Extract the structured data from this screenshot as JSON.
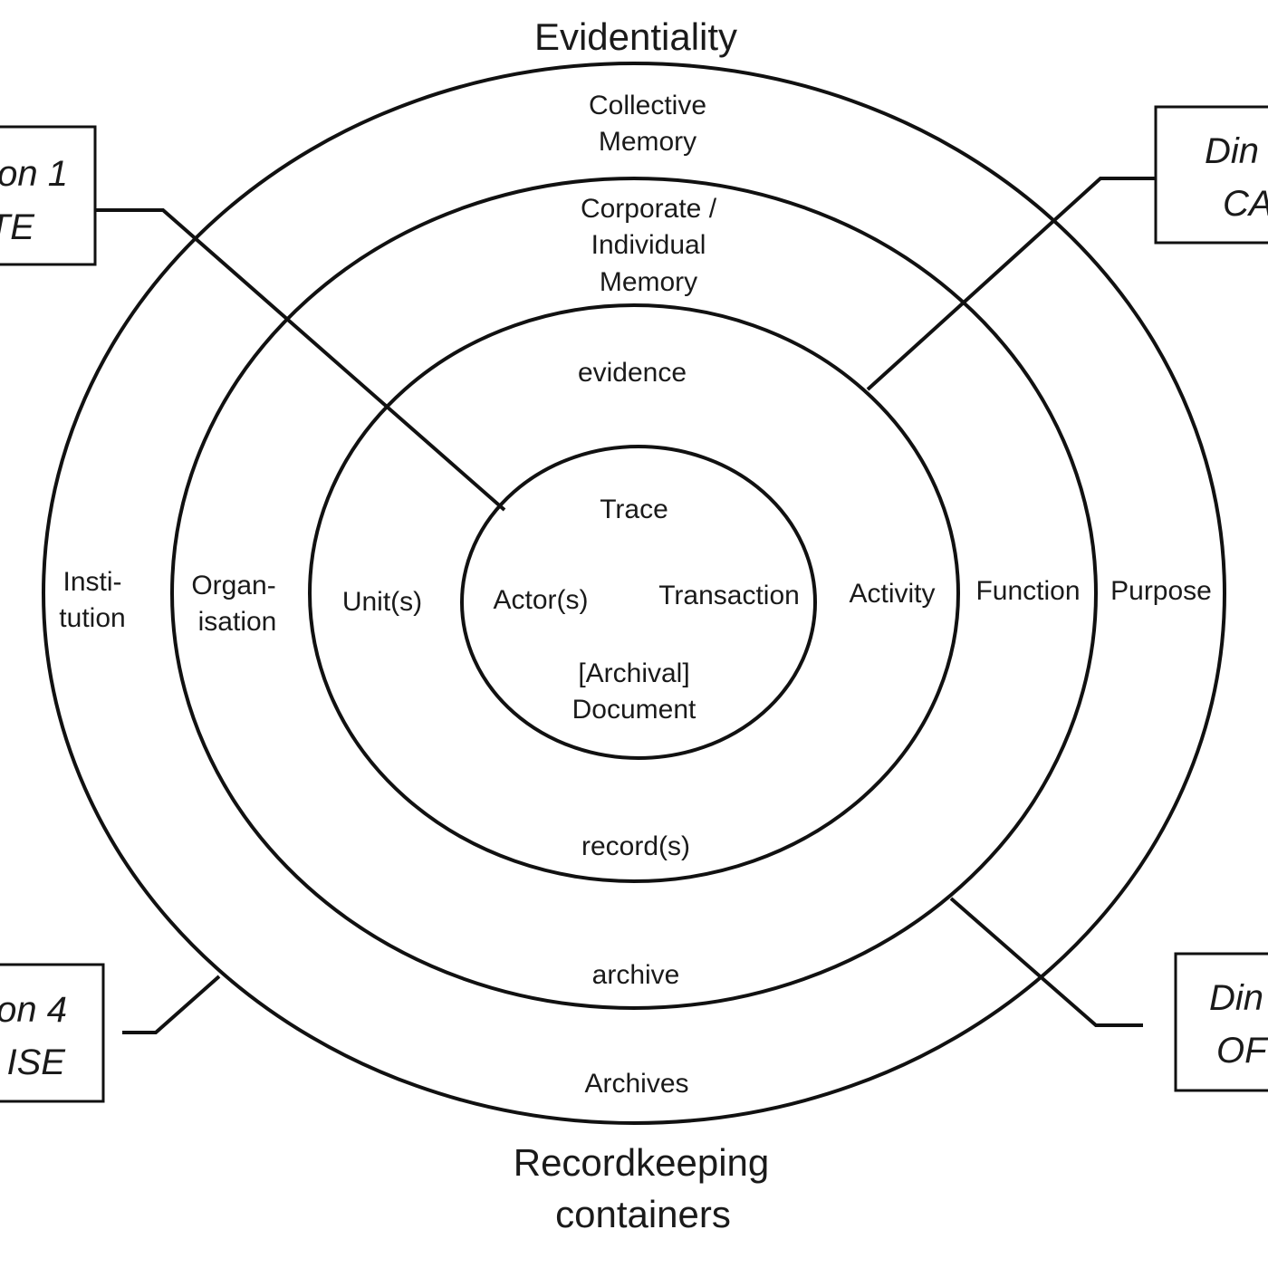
{
  "titles": {
    "top": "Evidentiality",
    "bottom_line1": "Recordkeeping",
    "bottom_line2": "containers"
  },
  "dimensions": {
    "top_left": {
      "line1": "on 1",
      "line2": "TE"
    },
    "top_right": {
      "line1": "Din",
      "line2": "CA"
    },
    "bottom_left": {
      "line1": "on 4",
      "line2": "ISE"
    },
    "bottom_right": {
      "line1": "Din",
      "line2": "OF"
    }
  },
  "evidential_axis": {
    "collective_memory": [
      "Collective",
      "Memory"
    ],
    "corporate_memory": [
      "Corporate /",
      "Individual",
      "Memory"
    ],
    "evidence": "evidence",
    "trace": "Trace"
  },
  "containers_axis": {
    "archival_document": [
      "[Archival]",
      "Document"
    ],
    "records": "record(s)",
    "archive": "archive",
    "archives": "Archives"
  },
  "identity_axis": {
    "institution": [
      "Insti-",
      "tution"
    ],
    "organisation": [
      "Organ-",
      "isation"
    ],
    "units": "Unit(s)",
    "actors": "Actor(s)"
  },
  "transactional_axis": {
    "transaction": "Transaction",
    "activity": "Activity",
    "function": "Function",
    "purpose": "Purpose"
  }
}
